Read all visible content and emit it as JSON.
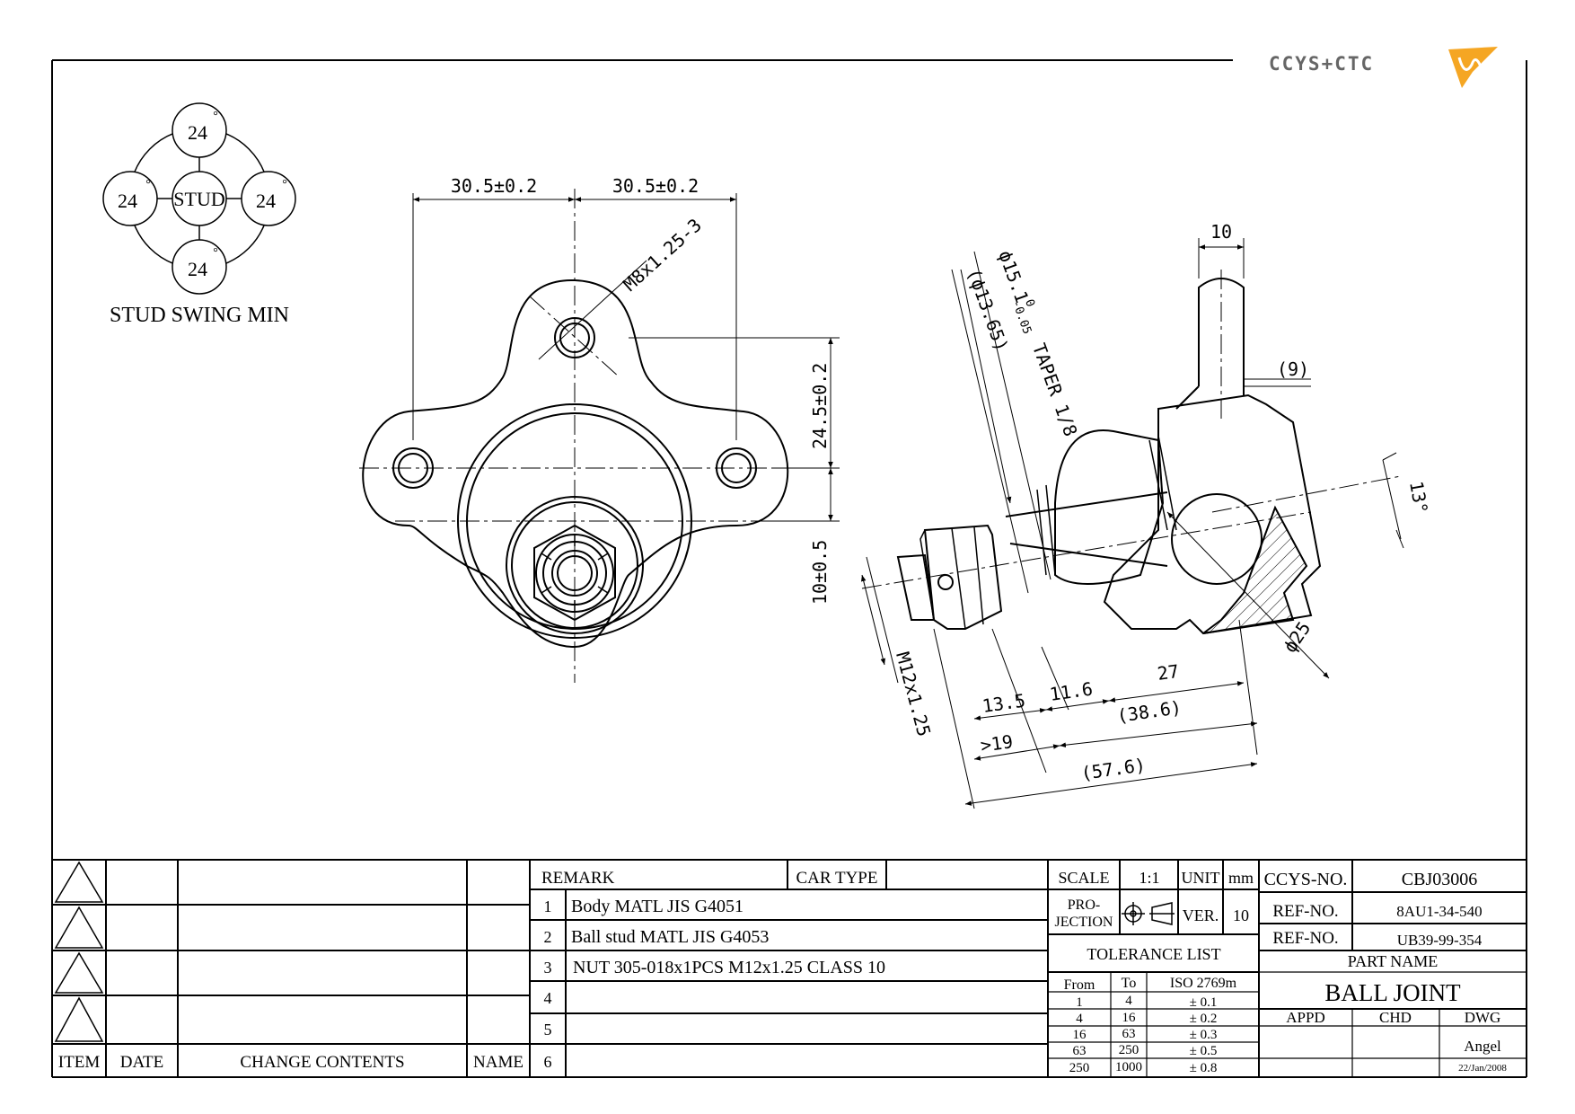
{
  "logo": {
    "text": "CCYS+CTC",
    "accent_color": "#f5a623",
    "text_color": "#666666"
  },
  "stud_swing": {
    "center_label": "STUD",
    "angle_top": "24",
    "angle_left": "24",
    "angle_right": "24",
    "angle_bottom": "24",
    "degree_mark": "°",
    "caption": "STUD SWING MIN"
  },
  "front_view": {
    "dim_left_spacing": "30.5±0.2",
    "dim_right_spacing": "30.5±0.2",
    "dim_thread_top": "M8x1.25-3",
    "dim_vertical_upper": "24.5±0.2",
    "dim_vertical_lower": "10±0.5"
  },
  "side_view": {
    "dim_taper_diameter": "ϕ15.1",
    "dim_taper_tol_upper": "0",
    "dim_taper_tol_lower": "-0.05",
    "dim_taper_label": "TAPER 1/8",
    "dim_taper_ref": "(ϕ13.65)",
    "dim_shank_width": "10",
    "dim_shank_ref": "(9)",
    "dim_angle": "13°",
    "dim_ball_diameter": "ϕ25",
    "dim_thread_main": "M12x1.25",
    "dim_13_5": "13.5",
    "dim_11_6": "11.6",
    "dim_27": "27",
    "dim_min_19": ">19",
    "dim_38_6": "(38.6)",
    "dim_57_6": "(57.6)"
  },
  "change_table": {
    "headers": [
      "ITEM",
      "DATE",
      "CHANGE CONTENTS",
      "NAME"
    ],
    "rows": 4
  },
  "remarks": {
    "header": "REMARK",
    "car_type_label": "CAR TYPE",
    "car_type_value": "",
    "items": [
      {
        "num": "1",
        "text": "Body MATL JIS G4051"
      },
      {
        "num": "2",
        "text": "Ball stud MATL JIS G4053"
      },
      {
        "num": "3",
        "text": "NUT 305-018x1PCS M12x1.25 CLASS 10"
      },
      {
        "num": "4",
        "text": ""
      },
      {
        "num": "5",
        "text": ""
      },
      {
        "num": "6",
        "text": ""
      }
    ]
  },
  "meta": {
    "scale_label": "SCALE",
    "scale_value": "1:1",
    "unit_label": "UNIT",
    "unit_value": "mm",
    "projection_label_1": "PRO-",
    "projection_label_2": "JECTION",
    "ver_label": "VER.",
    "ver_value": "10",
    "tolerance_title": "TOLERANCE LIST",
    "tolerance_headers": [
      "From",
      "To",
      "ISO 2769m"
    ],
    "tolerance_rows": [
      [
        "1",
        "4",
        "± 0.1"
      ],
      [
        "4",
        "16",
        "± 0.2"
      ],
      [
        "16",
        "63",
        "± 0.3"
      ],
      [
        "63",
        "250",
        "± 0.5"
      ],
      [
        "250",
        "1000",
        "± 0.8"
      ]
    ]
  },
  "title_block": {
    "ccys_label": "CCYS-NO.",
    "ccys_value": "CBJ03006",
    "ref1_label": "REF-NO.",
    "ref1_value": "8AU1-34-540",
    "ref2_label": "REF-NO.",
    "ref2_value": "UB39-99-354",
    "part_name_label": "PART NAME",
    "part_name_value": "BALL JOINT",
    "appd_label": "APPD",
    "chd_label": "CHD",
    "dwg_label": "DWG",
    "dwg_name": "Angel",
    "date": "22/Jan/2008"
  }
}
